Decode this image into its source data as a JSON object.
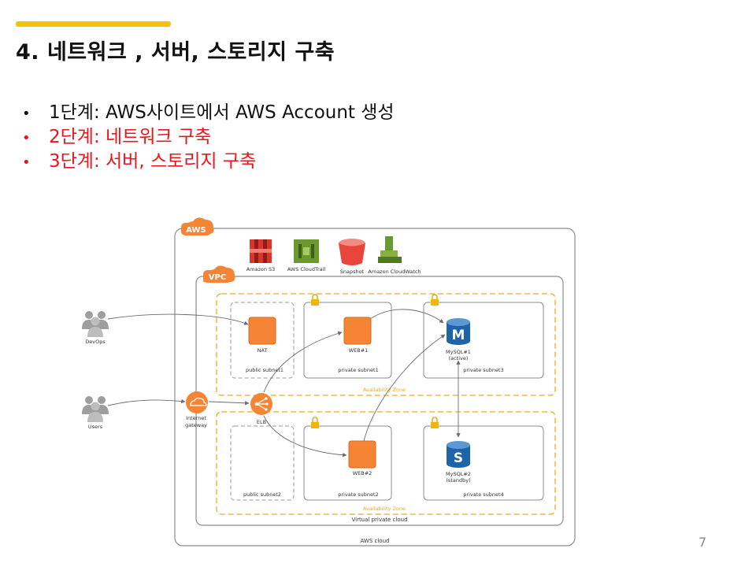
{
  "slide": {
    "title": "4. 네트워크 , 서버, 스토리지 구축",
    "bullets": [
      {
        "text": "1단계: AWS사이트에서 AWS Account 생성",
        "color": "#111111"
      },
      {
        "text": "2단계: 네트워크 구축",
        "color": "#e8161e"
      },
      {
        "text": "3단계: 서버, 스토리지 구축",
        "color": "#e8161e"
      }
    ],
    "page_number": "7",
    "accent_color": "#f4c20d"
  },
  "diagram": {
    "aws_badge": "AWS",
    "vpc_badge": "VPC",
    "aws_cloud_label": "AWS cloud",
    "vpc_label": "Virtual private cloud",
    "services": [
      {
        "label": "Amazon S3",
        "icon": "s3-icon",
        "color": "#d9352b"
      },
      {
        "label": "AWS CloudTrail",
        "icon": "cloudtrail-icon",
        "color": "#6b9a2c"
      },
      {
        "label": "Snapshot",
        "icon": "snapshot-bucket-icon",
        "color": "#e8463b"
      },
      {
        "label": "Amazon CloudWatch",
        "icon": "cloudwatch-icon",
        "color": "#6b9a2c"
      }
    ],
    "availability_zone_label": "Availability Zone",
    "subnets": {
      "public1": "public subnet1",
      "private1": "private subnet1",
      "private3": "private subnet3",
      "public2": "public subnet2",
      "private2": "private subnet2",
      "private4": "private subnet4"
    },
    "users": {
      "devops": "DevOps",
      "users": "Users"
    },
    "gateway": {
      "line1": "Internet",
      "line2": "gateway"
    },
    "nodes": {
      "nat": "NAT",
      "elb": "ELB",
      "web1": "WEB#1",
      "web2": "WEB#2",
      "mysql1_name": "MySQL#1",
      "mysql1_state": "(active)",
      "mysql2_name": "MySQL#2",
      "mysql2_state": "(standby)",
      "mysql1_letter": "M",
      "mysql2_letter": "S"
    },
    "colors": {
      "orange": "#f58534",
      "zone_border": "#f5a623",
      "db_blue": "#1d64a8"
    }
  }
}
